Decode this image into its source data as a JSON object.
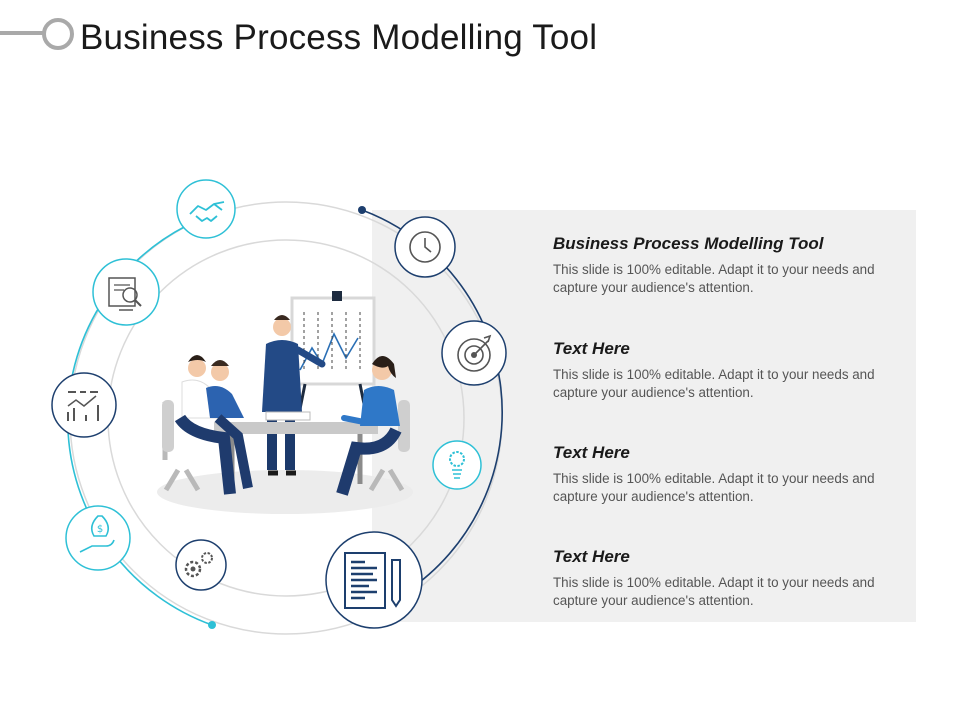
{
  "header": {
    "title": "Business Process Modelling Tool"
  },
  "text_items": [
    {
      "heading": "Business Process Modelling Tool",
      "body": "This slide is 100% editable. Adapt it to your needs and capture your audience's attention."
    },
    {
      "heading": "Text Here",
      "body": "This slide is 100% editable. Adapt it to your needs and capture your audience's attention."
    },
    {
      "heading": "Text Here",
      "body": "This slide is 100% editable. Adapt it to your needs and capture your audience's attention."
    },
    {
      "heading": "Text Here",
      "body": "This slide is 100% editable. Adapt it to your needs and capture your audience's attention."
    }
  ],
  "diagram": {
    "left_icons": [
      "handshake-icon",
      "document-search-icon",
      "analytics-chart-icon",
      "money-bag-hand-icon",
      "gears-icon"
    ],
    "right_icons": [
      "clock-icon",
      "target-icon",
      "settings-bulb-icon",
      "document-pen-icon"
    ],
    "center_illustration": "business-meeting-illustration"
  },
  "colors": {
    "accent_light": "#2ec0d6",
    "accent_dark": "#1d3f6e",
    "panel_bg": "#f0f0f0",
    "title_ornament": "#a9a9a9"
  }
}
